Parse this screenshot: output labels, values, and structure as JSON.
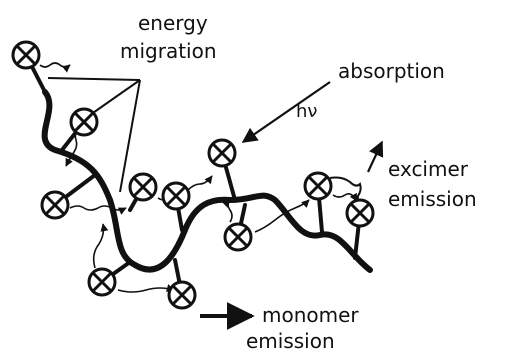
{
  "labels": {
    "energy_migration_1": "energy",
    "energy_migration_2": "migration",
    "absorption": "absorption",
    "hv": "hν",
    "excimer_1": "excimer",
    "excimer_2": "emission",
    "monomer_1": "monomer",
    "monomer_2": "emission"
  },
  "colors": {
    "ink": "#111111",
    "background": "#ffffff"
  },
  "icons": {
    "chromophore": "circled-x-icon"
  }
}
